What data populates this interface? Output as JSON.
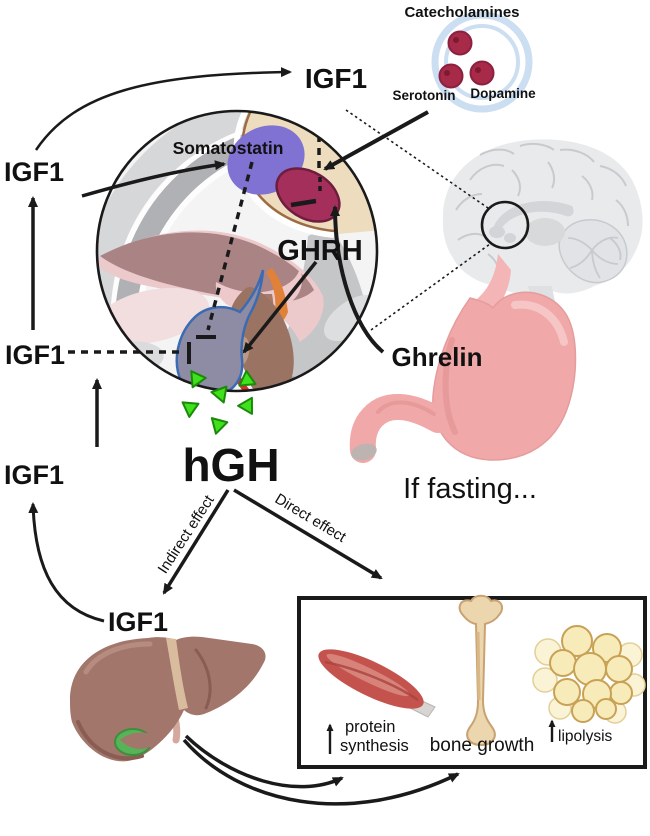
{
  "labels": {
    "catecholamines": "Catecholamines",
    "serotonin": "Serotonin",
    "dopamine": "Dopamine",
    "igf1": "IGF1",
    "somatostatin": "Somatostatin",
    "ghrh": "GHRH",
    "ghrelin": "Ghrelin",
    "hgh": "hGH",
    "if_fasting": "If fasting...",
    "indirect_effect": "Indirect effect",
    "direct_effect": "Direct effect",
    "protein_line1": "protein",
    "protein_line2": "synthesis",
    "bone_growth": "bone growth",
    "lipolysis": "lipolysis"
  },
  "colors": {
    "arrow_black": "#1a1a1a",
    "vesicle_ring_blue": "#cbdef2",
    "catecholamine_dot": "#a72a48",
    "somatostatin_purple": "#7f72d3",
    "ghrh_nucleus_maroon": "#a52f5b",
    "hypothalamus_beige": "#eddcbd",
    "anterior_pituitary_gray": "#8e8ca5",
    "anterior_pituitary_outline_blue": "#3b6cb2",
    "posterior_pituitary_brown": "#9b7363",
    "pituitary_red_sliver": "#d2302c",
    "infundibulum_orange": "#e0813a",
    "hgh_triangle_green": "#3fe01c",
    "stomach_pink": "#f1a8a8",
    "liver_brown": "#a3766c",
    "gallbladder_green": "#57b357",
    "muscle_red": "#c5534d",
    "bone_tan": "#ecd6ae",
    "fat_cell_yellow": "#f7ecb9",
    "brain_gray": "#e9eaec"
  }
}
